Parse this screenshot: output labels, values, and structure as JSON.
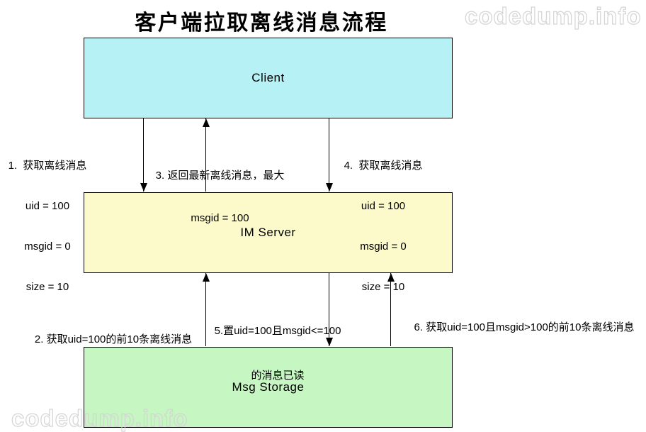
{
  "title": "客户端拉取离线消息流程",
  "watermark": "codedump.info",
  "colors": {
    "client_fill": "#B6F1F6",
    "im_server_fill": "#FCFACA",
    "msg_storage_fill": "#C6F6C2",
    "line": "#000000"
  },
  "nodes": {
    "client": {
      "label": "Client"
    },
    "im_server": {
      "label": "IM Server"
    },
    "msg_storage": {
      "label": "Msg Storage"
    }
  },
  "arrows": [
    {
      "step": "1",
      "from": "Client",
      "to": "IM Server",
      "direction": "down"
    },
    {
      "step": "2",
      "from": "Msg Storage",
      "to": "IM Server",
      "direction": "up"
    },
    {
      "step": "3",
      "from": "IM Server",
      "to": "Client",
      "direction": "up"
    },
    {
      "step": "4",
      "from": "Client",
      "to": "IM Server",
      "direction": "down"
    },
    {
      "step": "5",
      "from": "IM Server",
      "to": "Msg Storage",
      "direction": "down"
    },
    {
      "step": "6",
      "from": "Msg Storage",
      "to": "IM Server",
      "direction": "up"
    }
  ],
  "steps": [
    {
      "lines": [
        "1.  获取离线消息",
        "uid = 100",
        "msgid = 0",
        "size = 10"
      ]
    },
    {
      "lines": [
        "2. 获取uid=100的前10条离线消息"
      ]
    },
    {
      "lines": [
        "3. 返回最新离线消息，最大",
        "msgid = 100"
      ]
    },
    {
      "lines": [
        "4.  获取离线消息",
        "uid = 100",
        "msgid = 0",
        "size = 10"
      ]
    },
    {
      "lines": [
        "5.置uid=100且msgid<=100",
        "的消息已读"
      ]
    },
    {
      "lines": [
        "6. 获取uid=100且msgid>100的前10条离线消息"
      ]
    }
  ]
}
